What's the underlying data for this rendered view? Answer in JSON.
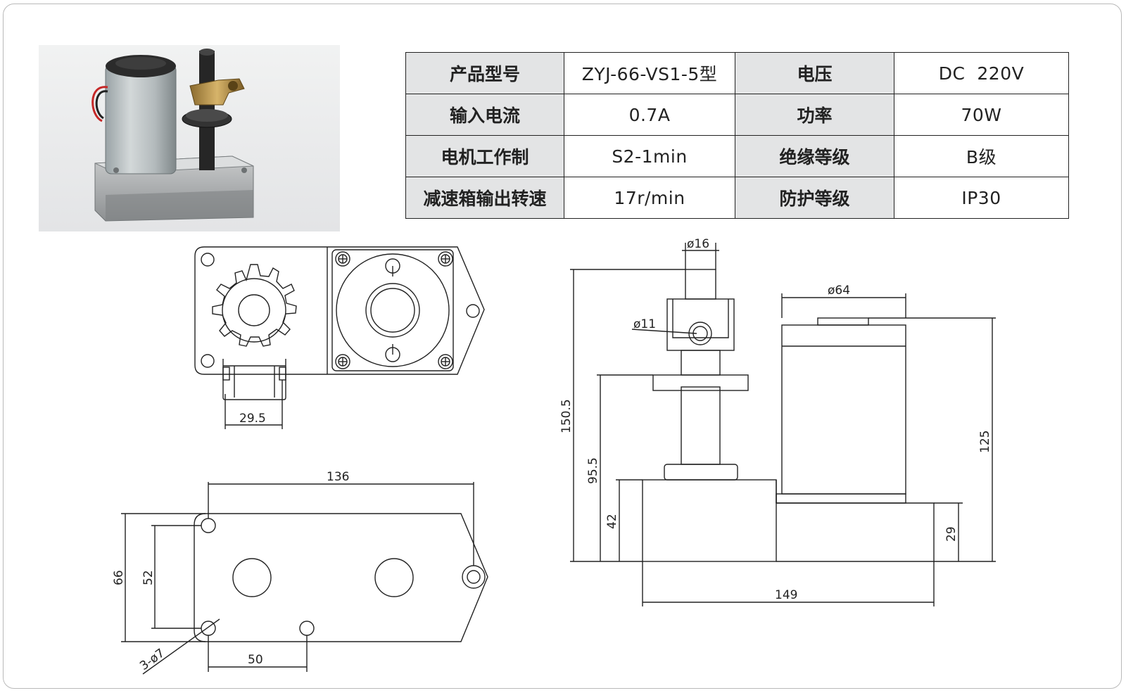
{
  "specs_table": {
    "rows": [
      [
        {
          "label": "产品型号",
          "value": "ZYJ-66-VS1-5型"
        },
        {
          "label": "电压",
          "value": "DC  220V"
        }
      ],
      [
        {
          "label": "输入电流",
          "value": "0.7A"
        },
        {
          "label": "功率",
          "value": "70W"
        }
      ],
      [
        {
          "label": "电机工作制",
          "value": "S2-1min"
        },
        {
          "label": "绝缘等级",
          "value": "B级"
        }
      ],
      [
        {
          "label": "减速箱输出转速",
          "value": "17r/min"
        },
        {
          "label": "防护等级",
          "value": "IP30"
        }
      ]
    ]
  },
  "dimensions": {
    "sprocket_offset": "29.5",
    "length": "136",
    "width_outer": "66",
    "width_holes": "52",
    "hole_spacing": "50",
    "holes": "3-ø7",
    "shaft_dia": "ø16",
    "pin_dia": "ø11",
    "motor_dia": "ø64",
    "total_height": "150.5",
    "flange_height": "95.5",
    "gearbox_height": "42",
    "motor_height": "125",
    "base_height": "29",
    "base_length": "149"
  }
}
